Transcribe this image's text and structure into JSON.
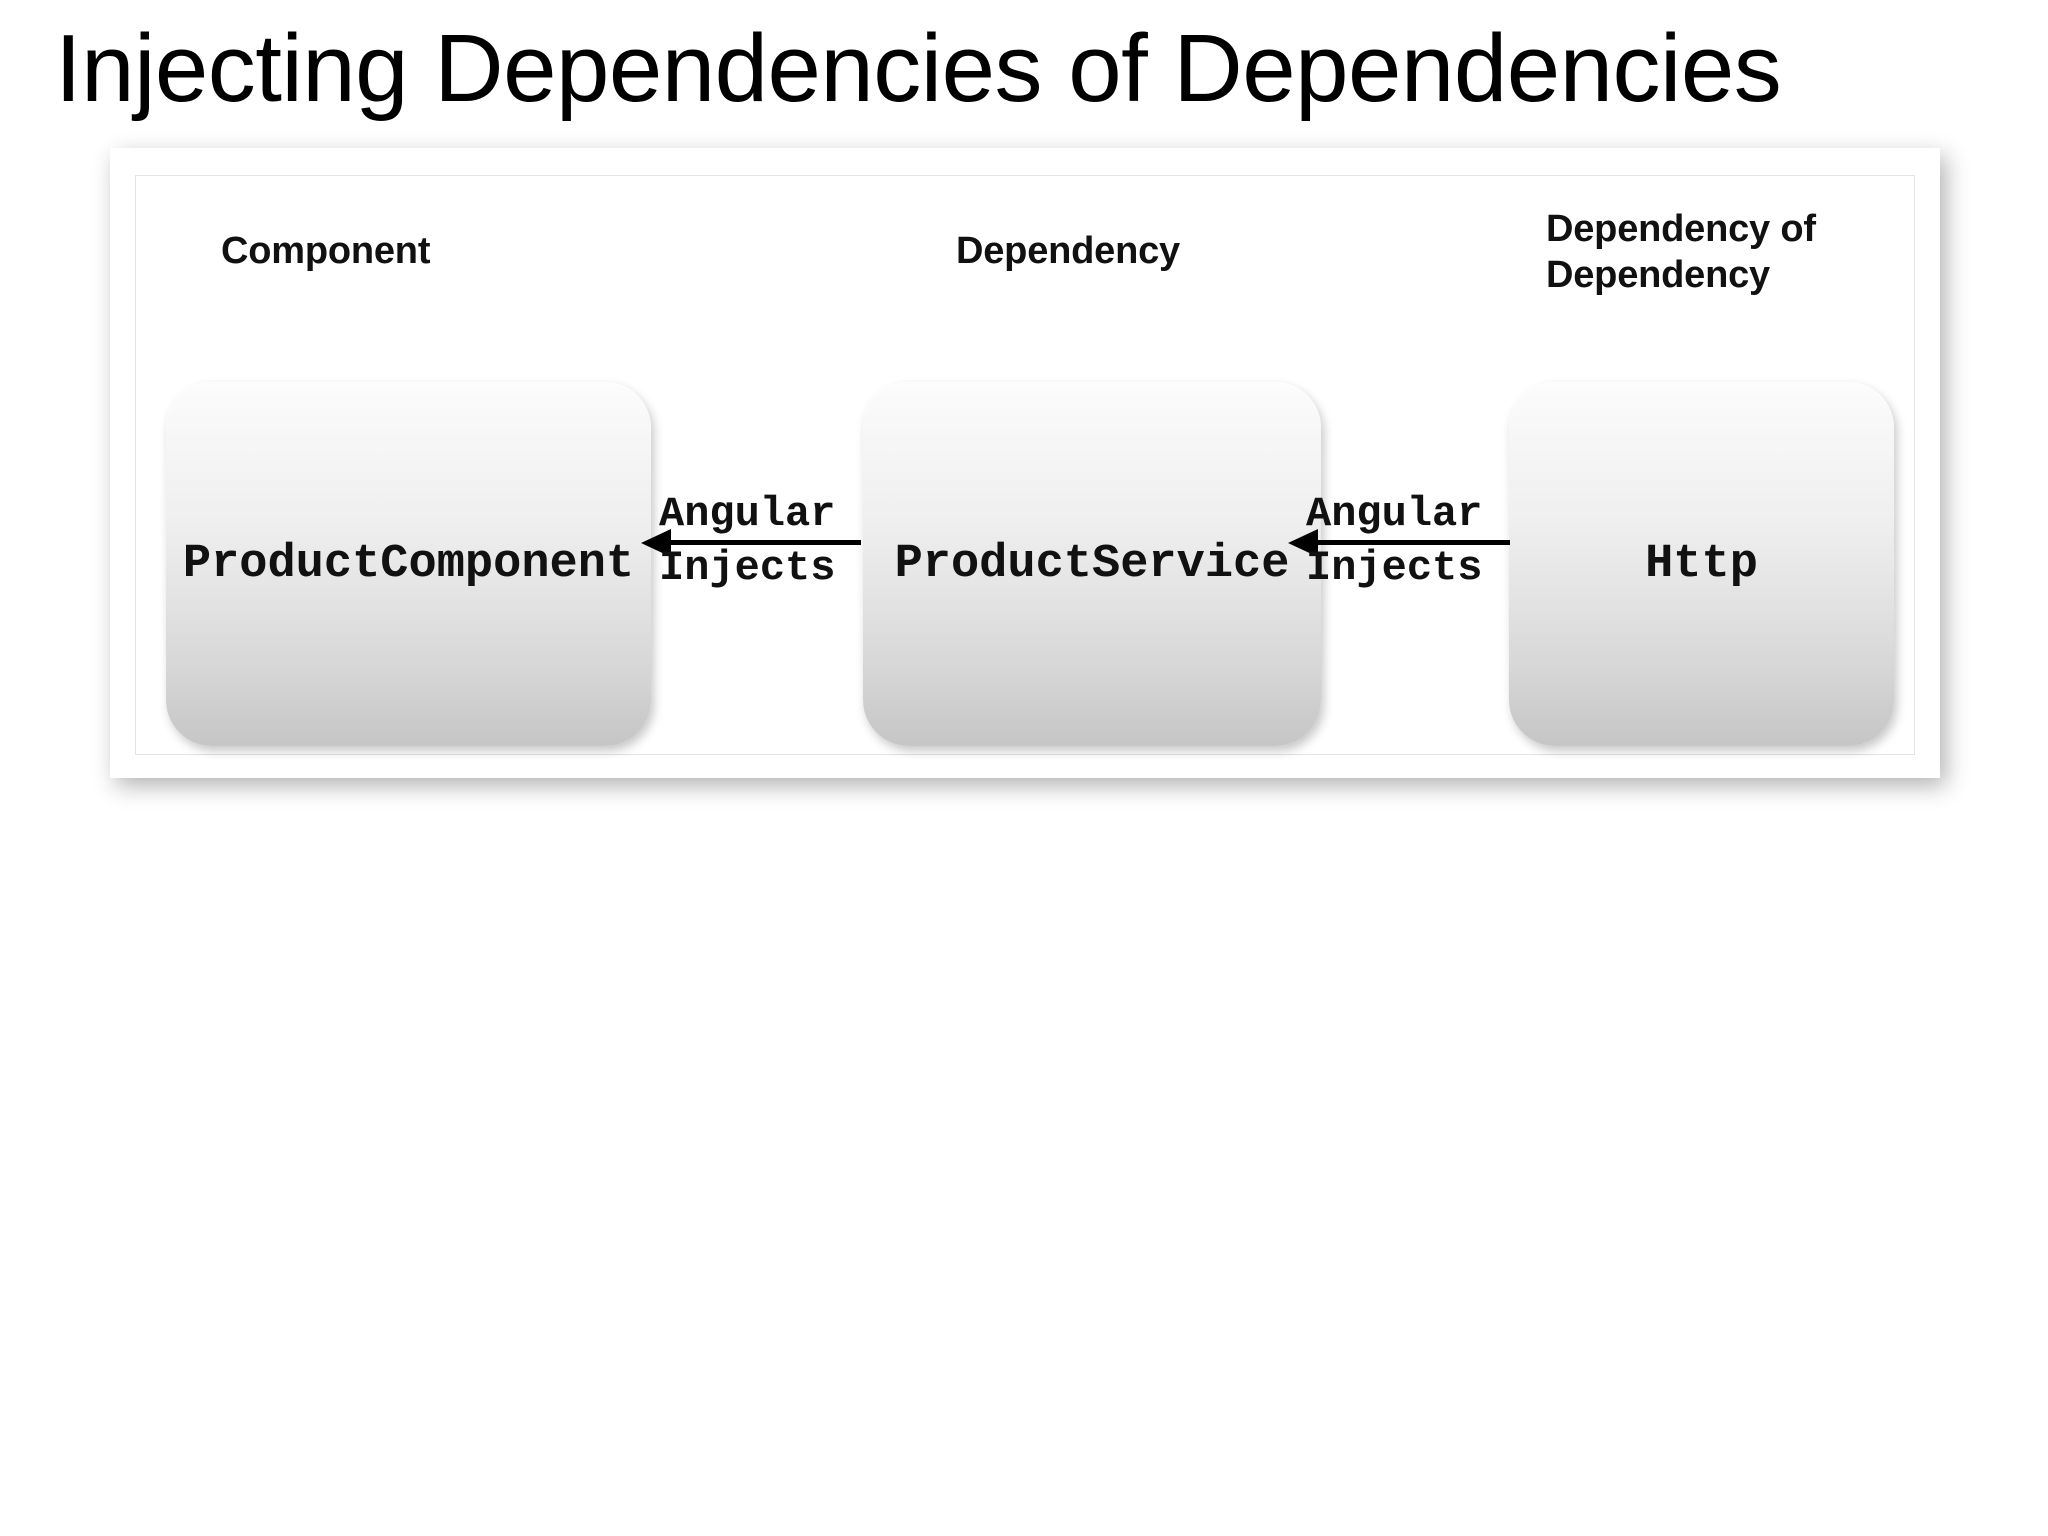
{
  "slide": {
    "title": "Injecting Dependencies of Dependencies"
  },
  "diagram": {
    "column_labels": [
      {
        "id": "component",
        "text": "Component"
      },
      {
        "id": "dependency",
        "text": "Dependency"
      },
      {
        "id": "dependency-of-dependency",
        "text": "Dependency of Dependency"
      }
    ],
    "nodes": [
      {
        "id": "product-component",
        "label": "ProductComponent"
      },
      {
        "id": "product-service",
        "label": "ProductService"
      },
      {
        "id": "http",
        "label": "Http"
      }
    ],
    "arrows": [
      {
        "id": "arrow-service-to-component",
        "from": "ProductService",
        "to": "ProductComponent",
        "direction": "left",
        "label_top": "Angular",
        "label_bottom": "Injects"
      },
      {
        "id": "arrow-http-to-service",
        "from": "Http",
        "to": "ProductService",
        "direction": "left",
        "label_top": "Angular",
        "label_bottom": "Injects"
      }
    ]
  },
  "colors": {
    "page_background": "#ffffff",
    "card_background": "#ffffff",
    "panel_border": "#e3e3e3",
    "node_gradient_top": "#fcfcfc",
    "node_gradient_bottom": "#c6c6c6",
    "text": "#111111",
    "arrow": "#000000"
  }
}
